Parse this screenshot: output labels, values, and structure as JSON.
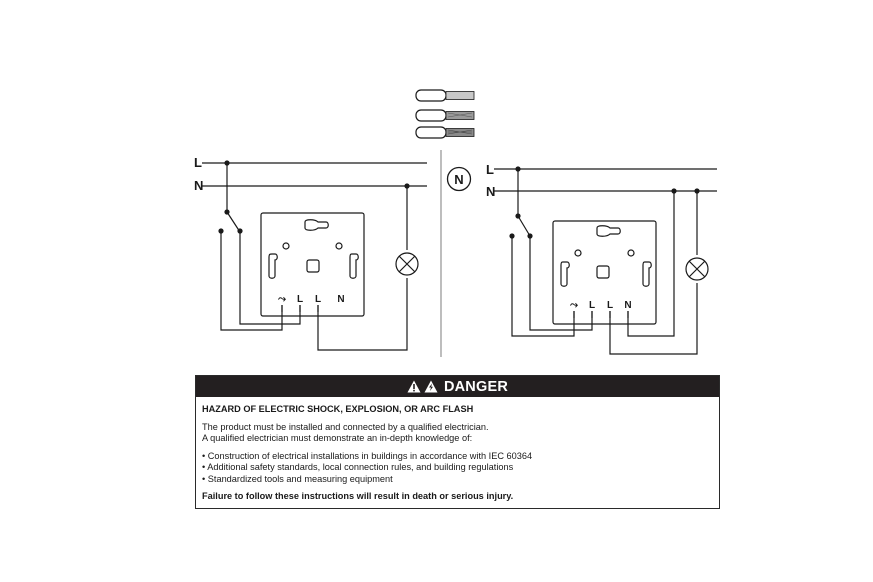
{
  "diagram": {
    "line_label": "L",
    "neutral_label": "N",
    "neutral_symbol": "N",
    "terminals": [
      "⤳",
      "L",
      "L",
      "N"
    ],
    "line_color": "#1a1a1a",
    "divider_color": "#9a9a9a"
  },
  "danger": {
    "title": "DANGER",
    "hazard": "HAZARD OF ELECTRIC SHOCK, EXPLOSION, OR ARC FLASH",
    "intro": [
      "The product must be installed and connected by a qualified electrician.",
      "A qualified electrician must demonstrate an in-depth knowledge of:"
    ],
    "bullets": [
      "Construction of electrical installations in buildings in accordance with IEC 60364",
      "Additional safety standards, local connection rules, and building regulations",
      "Standardized tools and measuring equipment"
    ],
    "footer": "Failure to follow these instructions will result in death or serious injury.",
    "header_bg": "#231f20",
    "header_fg": "#ffffff"
  }
}
